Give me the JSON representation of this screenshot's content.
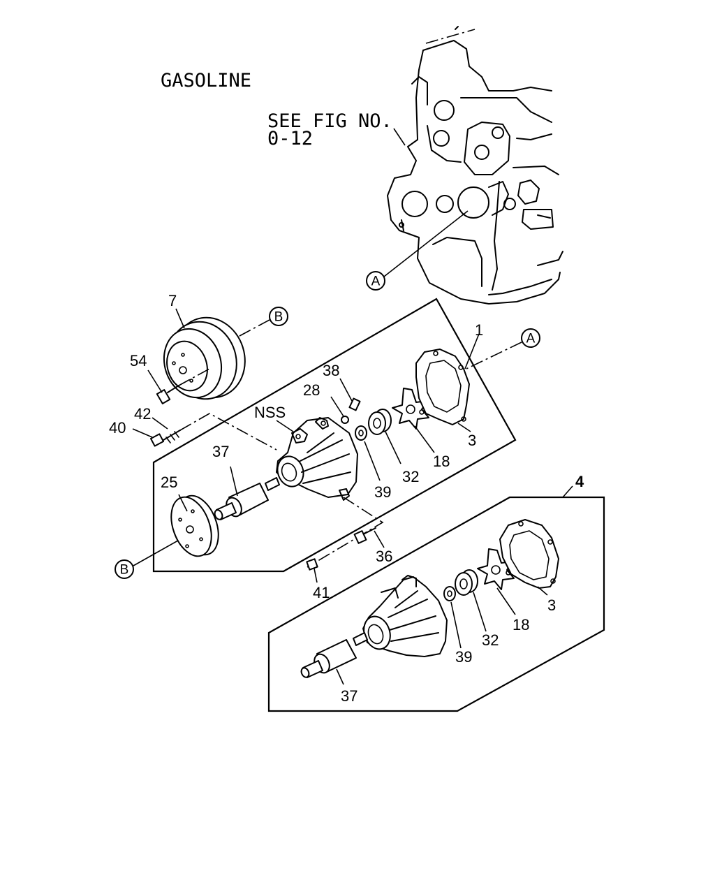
{
  "header": {
    "title": "GASOLINE",
    "see_fig_line1": "SEE FIG NO.",
    "see_fig_line2": "0-12"
  },
  "callouts": {
    "a": "A",
    "b": "B"
  },
  "labels": {
    "nss": "NSS",
    "p1": "1",
    "p3": "3",
    "p4": "4",
    "p7": "7",
    "p18": "18",
    "p25": "25",
    "p28": "28",
    "p32": "32",
    "p36": "36",
    "p37": "37",
    "p38": "38",
    "p39": "39",
    "p40": "40",
    "p41": "41",
    "p42": "42",
    "p54": "54"
  }
}
